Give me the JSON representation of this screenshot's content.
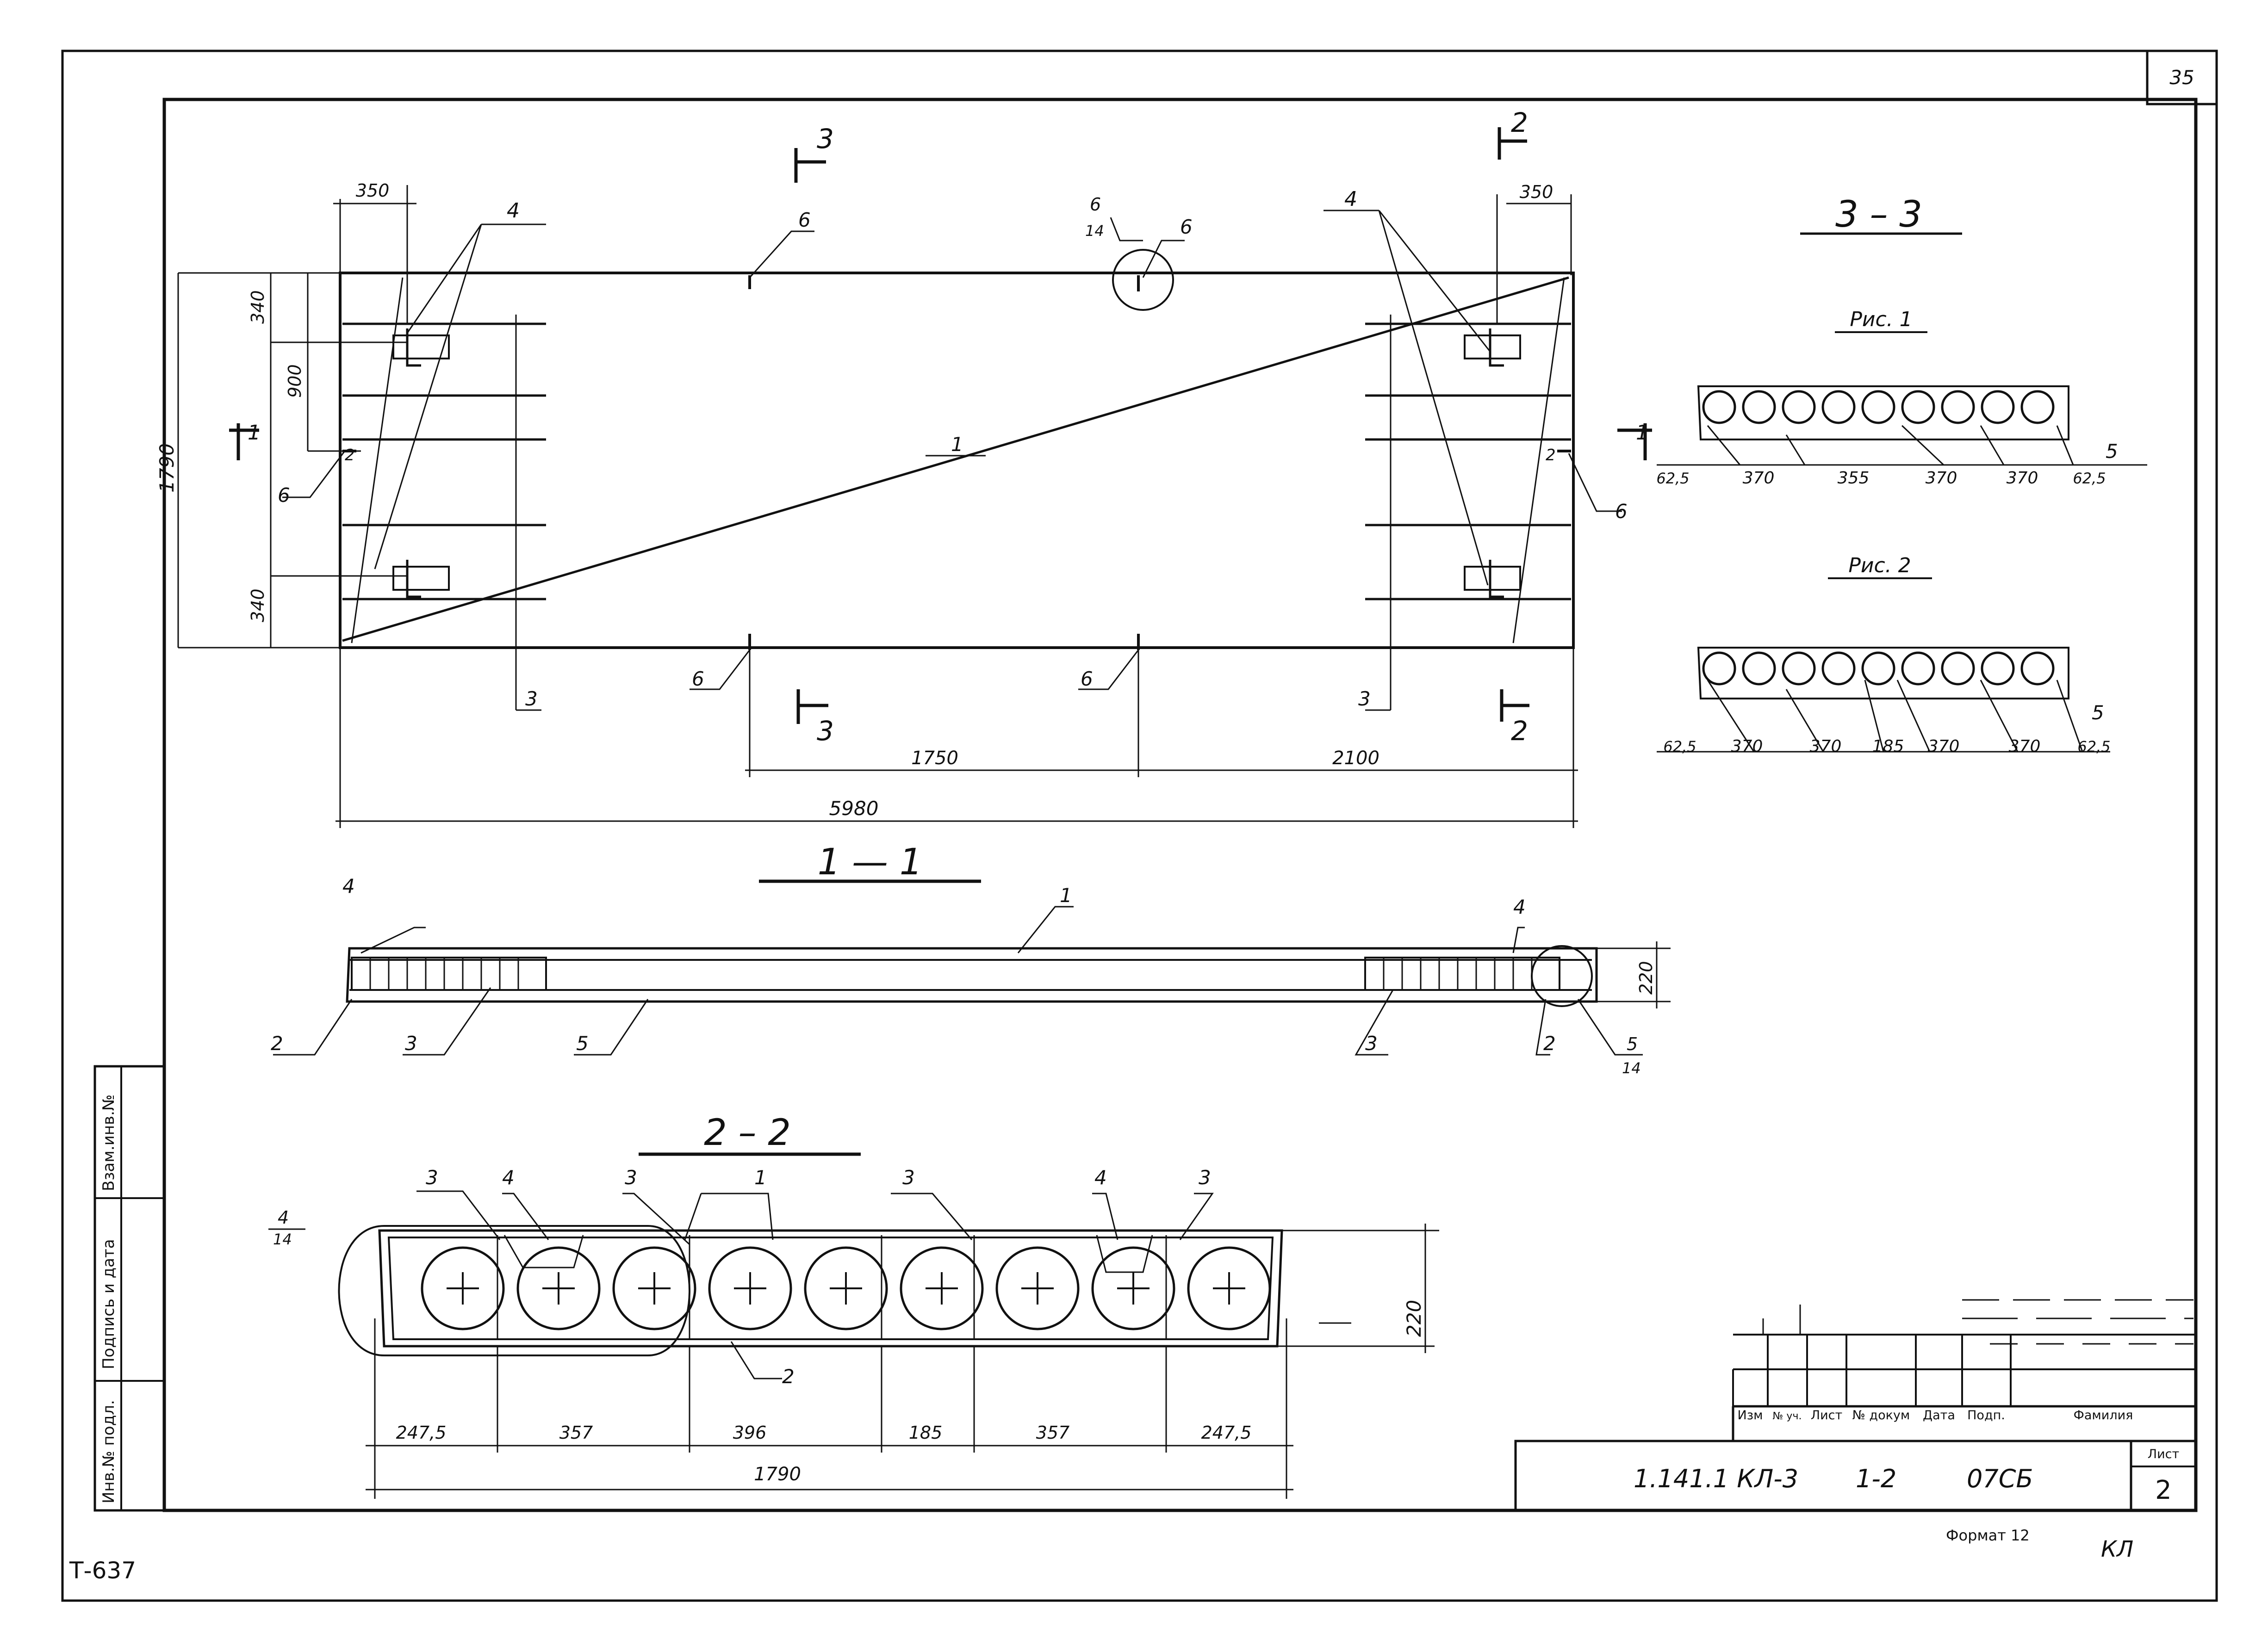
{
  "sheet": {
    "page_number": "35",
    "inventory_code": "Т-637",
    "corner_mark": "КЛ",
    "format": "Формат 12"
  },
  "left_stamp": {
    "vzam_inv": "Взам.инв.№",
    "podpis_data": "Подпись и дата",
    "inv_podl": "Инв.№ подл."
  },
  "title_block": {
    "designation": "1.141.1 КЛ-3",
    "issue": "1-2",
    "suffix": "07СБ",
    "sheet_label": "Лист",
    "sheet_value": "2",
    "headers": [
      "Изм",
      "№ уч.",
      "Лист",
      "№ докум",
      "Дата",
      "Подп.",
      "Фамилия"
    ]
  },
  "plan": {
    "dim_350_left": "350",
    "dim_350_right": "350",
    "dim_340_top": "340",
    "dim_900": "900",
    "dim_340_bottom": "340",
    "dim_1790": "1790",
    "dim_1750": "1750",
    "dim_2100": "2100",
    "dim_5980": "5980",
    "section_mark_top_3": "3",
    "section_mark_top_2": "2",
    "section_mark_bottom_3": "3",
    "section_mark_bottom_2": "2",
    "section_mark_left_1": "1",
    "section_mark_right_1": "1",
    "callout_1": "1",
    "callout_4_left": "4",
    "callout_4_right": "4",
    "callout_6_top": "6",
    "callout_6_node_num": "6",
    "callout_6_node_den": "14",
    "callout_6_node": "6",
    "callout_6_left": "6",
    "callout_6_right": "6",
    "callout_6_bottom_a": "6",
    "callout_6_bottom_b": "6",
    "callout_2_left": "2",
    "callout_2_right": "2",
    "callout_3_left": "3",
    "callout_3_right": "3"
  },
  "section_33": {
    "title": "3 – 3",
    "fig1_title": "Рис. 1",
    "fig1_dims": [
      "62,5",
      "370",
      "355",
      "370",
      "370",
      "62,5"
    ],
    "fig1_callout": "5",
    "fig2_title": "Рис. 2",
    "fig2_dims": [
      "62,5",
      "370",
      "370",
      "185",
      "370",
      "370",
      "62,5"
    ],
    "fig2_callout": "5"
  },
  "section_11": {
    "title": "1 — 1",
    "callout_4_left": "4",
    "callout_4_right": "4",
    "callout_1": "1",
    "dim_220": "220",
    "callout_2_left": "2",
    "callout_3_left": "3",
    "callout_5": "5",
    "callout_3_right": "3",
    "callout_2_right": "2",
    "callout_5_node_num": "5",
    "callout_5_node_den": "14"
  },
  "section_22": {
    "title": "2 – 2",
    "node_num": "4",
    "node_den": "14",
    "callout_3_a": "3",
    "callout_4_a": "4",
    "callout_3_b": "3",
    "callout_1": "1",
    "callout_3_c": "3",
    "callout_4_b": "4",
    "callout_3_d": "3",
    "callout_2": "2",
    "dim_220": "220",
    "dims": [
      "247,5",
      "357",
      "396",
      "185",
      "357",
      "247,5"
    ],
    "dim_total": "1790"
  }
}
